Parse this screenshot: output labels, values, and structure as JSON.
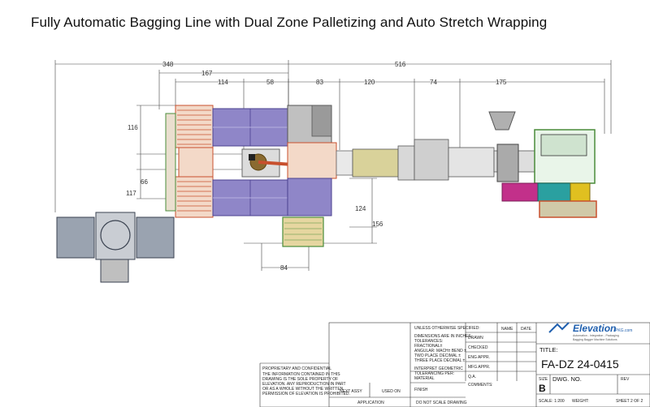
{
  "title": "Fully Automatic Bagging Line with Dual Zone Palletizing and Auto Stretch Wrapping",
  "dimensions": {
    "d348": "348",
    "d516": "516",
    "d167": "167",
    "d114": "114",
    "d58": "58",
    "d83": "83",
    "d120": "120",
    "d74": "74",
    "d175": "175",
    "d116": "116",
    "d66": "66",
    "d117": "117",
    "d124": "124",
    "d156": "156",
    "d84": "84"
  },
  "title_block": {
    "unless_specified": "UNLESS OTHERWISE SPECIFIED:",
    "dims_inches": "DIMENSIONS ARE IN INCHES",
    "tolerances": "TOLERANCES:",
    "fractional": "FRACTIONAL±",
    "angular": "ANGULAR: MACH±   BEND ±",
    "two_place": "TWO PLACE DECIMAL  ±",
    "three_place": "THREE PLACE DECIMAL  ±",
    "interpret": "INTERPRET GEOMETRIC",
    "tolerancing": "TOLERANCING PER:",
    "material": "MATERIAL",
    "finish": "FINISH",
    "do_not_scale": "DO NOT SCALE DRAWING",
    "name_col": "NAME",
    "date_col": "DATE",
    "drawn": "DRAWN",
    "checked": "CHECKED",
    "eng_appr": "ENG APPR.",
    "mfg_appr": "MFG APPR.",
    "qa": "Q.A.",
    "comments": "COMMENTS:",
    "proprietary": "PROPRIETARY AND CONFIDENTIAL",
    "prop_l1": "THE INFORMATION CONTAINED IN THIS",
    "prop_l2": "DRAWING IS THE SOLE PROPERTY OF",
    "prop_l3": "ELEVATION.  ANY REPRODUCTION IN PART",
    "prop_l4": "OR AS A WHOLE WITHOUT THE WRITTEN",
    "prop_l5": "PERMISSION OF ELEVATION IS PROHIBITED.",
    "next_assy": "NEXT ASSY",
    "used_on": "USED ON",
    "application": "APPLICATION",
    "logo_text": "Elevation",
    "logo_domain": "PKG.com",
    "logo_tag1": "Automation - Integration - Packaging",
    "logo_tag2": "Bagging Bagger Machine Solutions",
    "title_label": "TITLE:",
    "dwg_number": "FA-DZ 24-0415",
    "size_label": "SIZE",
    "size_value": "B",
    "dwg_no_label": "DWG.  NO.",
    "rev_label": "REV",
    "scale": "SCALE: 1:200",
    "weight": "WEIGHT:",
    "sheet": "SHEET 2 OF 2"
  },
  "colors": {
    "conveyor_red": "#c8502e",
    "pallet_purple": "#7d75b8",
    "frame_green": "#4a8c3a",
    "bagger_grey": "#8e8e8e",
    "magenta": "#c2308a",
    "teal": "#2aa0a0",
    "yellow": "#e0c020",
    "logo_blue": "#1f5fae"
  }
}
